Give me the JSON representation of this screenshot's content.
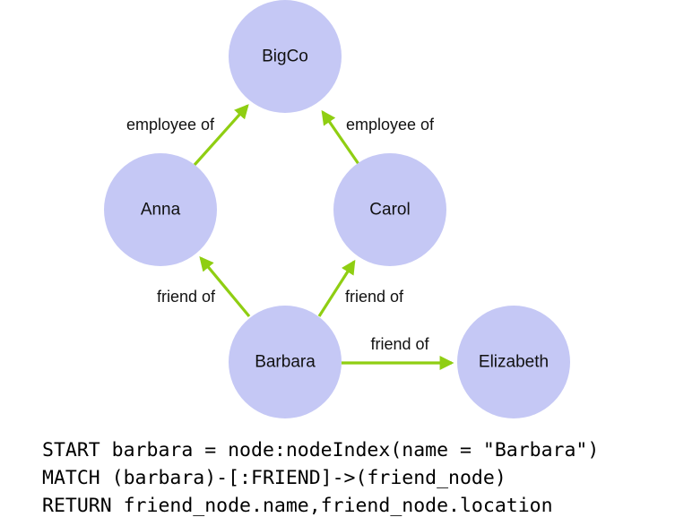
{
  "graph": {
    "nodes": [
      {
        "id": "bigco",
        "label": "BigCo"
      },
      {
        "id": "anna",
        "label": "Anna"
      },
      {
        "id": "carol",
        "label": "Carol"
      },
      {
        "id": "barbara",
        "label": "Barbara"
      },
      {
        "id": "elizabeth",
        "label": "Elizabeth"
      }
    ],
    "edges": [
      {
        "from": "anna",
        "to": "bigco",
        "label": "employee of"
      },
      {
        "from": "carol",
        "to": "bigco",
        "label": "employee of"
      },
      {
        "from": "barbara",
        "to": "anna",
        "label": "friend of"
      },
      {
        "from": "barbara",
        "to": "carol",
        "label": "friend of"
      },
      {
        "from": "barbara",
        "to": "elizabeth",
        "label": "friend of"
      }
    ],
    "colors": {
      "node_fill": "#c5c8f5",
      "edge": "#8fce12"
    }
  },
  "code": {
    "lines": [
      "START barbara = node:nodeIndex(name = \"Barbara\")",
      "MATCH (barbara)-[:FRIEND]->(friend_node)",
      "RETURN friend_node.name,friend_node.location"
    ]
  }
}
